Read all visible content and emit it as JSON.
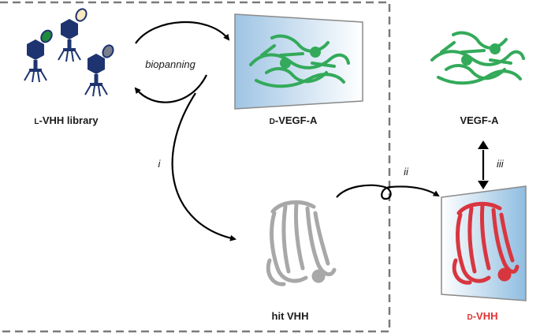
{
  "labels": {
    "library": {
      "prefix": "L",
      "text": "-VHH library"
    },
    "target": {
      "prefix": "D",
      "text": "-VEGF-A"
    },
    "vegf": "VEGF-A",
    "hit": "hit VHH",
    "dvhh": {
      "prefix": "D",
      "text": "-VHH"
    }
  },
  "steps": {
    "biopanning": "biopanning",
    "i": "i",
    "ii": "ii",
    "iii": "iii"
  },
  "colors": {
    "phage": "#1e3470",
    "protein_green": "#33aa5a",
    "protein_gray": "#a8a8a8",
    "protein_red": "#d8363f",
    "dvhh_label": "#e03030",
    "dashed_box": "#7a7a7a",
    "arrow": "#000000",
    "mirror_blue": "#8fbde0"
  },
  "phage_tips": [
    "#1e8a3c",
    "#fbe9c2",
    "#7a7e8e"
  ]
}
